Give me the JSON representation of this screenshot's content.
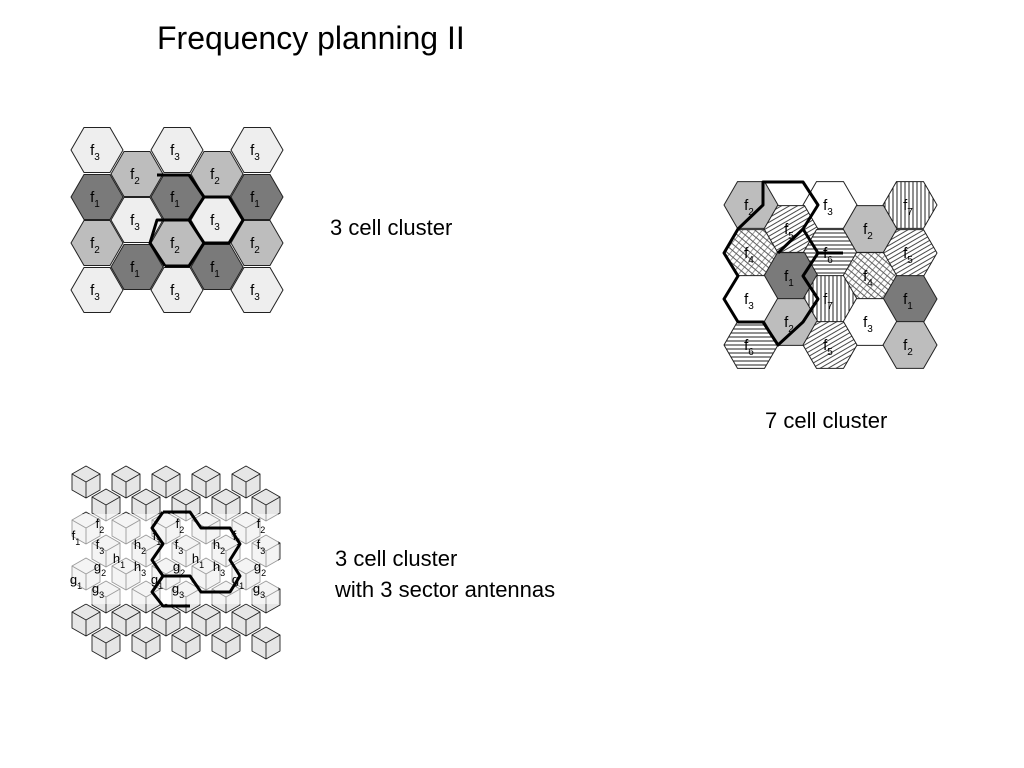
{
  "title": "Frequency planning II",
  "captions": {
    "three_cell": "3 cell cluster",
    "seven_cell": "7 cell cluster",
    "sector_line1": "3 cell cluster",
    "sector_line2": "with 3 sector antennas"
  },
  "colors": {
    "light": "#eeeeee",
    "mid": "#bdbdbd",
    "dark": "#7a7a7a",
    "white": "#ffffff",
    "stroke": "#222222"
  },
  "three_cell_cluster": {
    "cells": [
      {
        "letter": "f",
        "sub": "3",
        "shade": "light"
      },
      {
        "letter": "f",
        "sub": "3",
        "shade": "light"
      },
      {
        "letter": "f",
        "sub": "3",
        "shade": "light"
      },
      {
        "letter": "f",
        "sub": "2",
        "shade": "mid"
      },
      {
        "letter": "f",
        "sub": "2",
        "shade": "mid"
      },
      {
        "letter": "f",
        "sub": "1",
        "shade": "dark"
      },
      {
        "letter": "f",
        "sub": "1",
        "shade": "dark"
      },
      {
        "letter": "f",
        "sub": "1",
        "shade": "dark"
      },
      {
        "letter": "f",
        "sub": "3",
        "shade": "light"
      },
      {
        "letter": "f",
        "sub": "3",
        "shade": "light"
      },
      {
        "letter": "f",
        "sub": "2",
        "shade": "mid"
      },
      {
        "letter": "f",
        "sub": "2",
        "shade": "mid"
      },
      {
        "letter": "f",
        "sub": "2",
        "shade": "mid"
      },
      {
        "letter": "f",
        "sub": "1",
        "shade": "dark"
      },
      {
        "letter": "f",
        "sub": "1",
        "shade": "dark"
      },
      {
        "letter": "f",
        "sub": "3",
        "shade": "light"
      },
      {
        "letter": "f",
        "sub": "3",
        "shade": "light"
      },
      {
        "letter": "f",
        "sub": "3",
        "shade": "light"
      }
    ]
  },
  "seven_cell_cluster": {
    "cells": [
      {
        "letter": "f",
        "sub": "2",
        "shade": "mid"
      },
      {
        "letter": "f",
        "sub": "3",
        "shade": "white"
      },
      {
        "letter": "f",
        "sub": "7",
        "shade": "vstripe"
      },
      {
        "letter": "f",
        "sub": "5",
        "shade": "diag"
      },
      {
        "letter": "f",
        "sub": "2",
        "shade": "mid"
      },
      {
        "letter": "f",
        "sub": "4",
        "shade": "xdiag"
      },
      {
        "letter": "f",
        "sub": "6",
        "shade": "hstripe"
      },
      {
        "letter": "f",
        "sub": "5",
        "shade": "diag"
      },
      {
        "letter": "f",
        "sub": "1",
        "shade": "dark"
      },
      {
        "letter": "f",
        "sub": "4",
        "shade": "xdiag"
      },
      {
        "letter": "f",
        "sub": "3",
        "shade": "white"
      },
      {
        "letter": "f",
        "sub": "7",
        "shade": "vstripe"
      },
      {
        "letter": "f",
        "sub": "1",
        "shade": "dark"
      },
      {
        "letter": "f",
        "sub": "2",
        "shade": "mid"
      },
      {
        "letter": "f",
        "sub": "3",
        "shade": "white"
      },
      {
        "letter": "f",
        "sub": "6",
        "shade": "hstripe"
      },
      {
        "letter": "f",
        "sub": "5",
        "shade": "diag"
      },
      {
        "letter": "f",
        "sub": "2",
        "shade": "mid"
      }
    ]
  },
  "sector_cluster": {
    "labels": [
      {
        "letter": "f",
        "sub": "2"
      },
      {
        "letter": "f",
        "sub": "1"
      },
      {
        "letter": "f",
        "sub": "3"
      },
      {
        "letter": "g",
        "sub": "2"
      },
      {
        "letter": "h",
        "sub": "1"
      },
      {
        "letter": "g",
        "sub": "1"
      },
      {
        "letter": "g",
        "sub": "3"
      },
      {
        "letter": "h",
        "sub": "2"
      },
      {
        "letter": "h",
        "sub": "3"
      },
      {
        "letter": "f",
        "sub": "2"
      },
      {
        "letter": "f",
        "sub": "1"
      },
      {
        "letter": "f",
        "sub": "3"
      },
      {
        "letter": "g",
        "sub": "2"
      },
      {
        "letter": "h",
        "sub": "1"
      },
      {
        "letter": "g",
        "sub": "1"
      },
      {
        "letter": "g",
        "sub": "3"
      },
      {
        "letter": "h",
        "sub": "2"
      },
      {
        "letter": "h",
        "sub": "3"
      },
      {
        "letter": "f",
        "sub": "2"
      },
      {
        "letter": "f",
        "sub": "1"
      },
      {
        "letter": "f",
        "sub": "3"
      },
      {
        "letter": "g",
        "sub": "2"
      },
      {
        "letter": "g",
        "sub": "1"
      },
      {
        "letter": "g",
        "sub": "3"
      }
    ]
  }
}
